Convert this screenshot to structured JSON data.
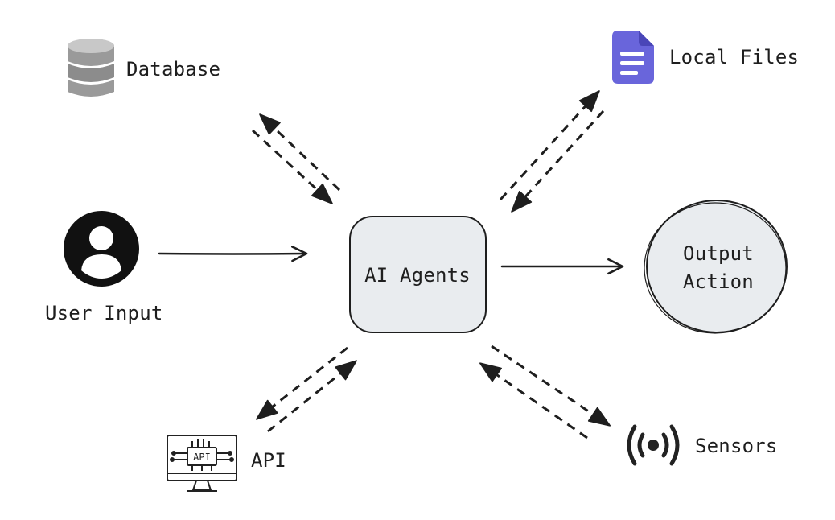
{
  "diagram": {
    "center_node": {
      "label": "AI Agents",
      "fill": "#e9ecef",
      "stroke": "#1e1e1e"
    },
    "nodes": {
      "database": {
        "label": "Database",
        "icon": "database-icon"
      },
      "local_files": {
        "label": "Local Files",
        "icon": "document-icon",
        "icon_color": "#6965db"
      },
      "user_input": {
        "label": "User Input",
        "icon": "user-icon"
      },
      "output_action": {
        "label_line1": "Output",
        "label_line2": "Action"
      },
      "api": {
        "label": "API",
        "icon": "api-chip-icon"
      },
      "sensors": {
        "label": "Sensors",
        "icon": "sensor-signal-icon"
      }
    },
    "connections": [
      {
        "from": "user_input",
        "to": "ai_agents",
        "style": "solid"
      },
      {
        "from": "ai_agents",
        "to": "output_action",
        "style": "solid"
      },
      {
        "from": "database",
        "to": "ai_agents",
        "style": "dashed",
        "bidirectional": true
      },
      {
        "from": "local_files",
        "to": "ai_agents",
        "style": "dashed",
        "bidirectional": true
      },
      {
        "from": "api",
        "to": "ai_agents",
        "style": "dashed",
        "bidirectional": true
      },
      {
        "from": "sensors",
        "to": "ai_agents",
        "style": "dashed",
        "bidirectional": true
      }
    ],
    "colors": {
      "stroke": "#1e1e1e",
      "node_fill": "#e9ecef",
      "database_gray": "#9a9a9a",
      "accent": "#6965db"
    }
  }
}
